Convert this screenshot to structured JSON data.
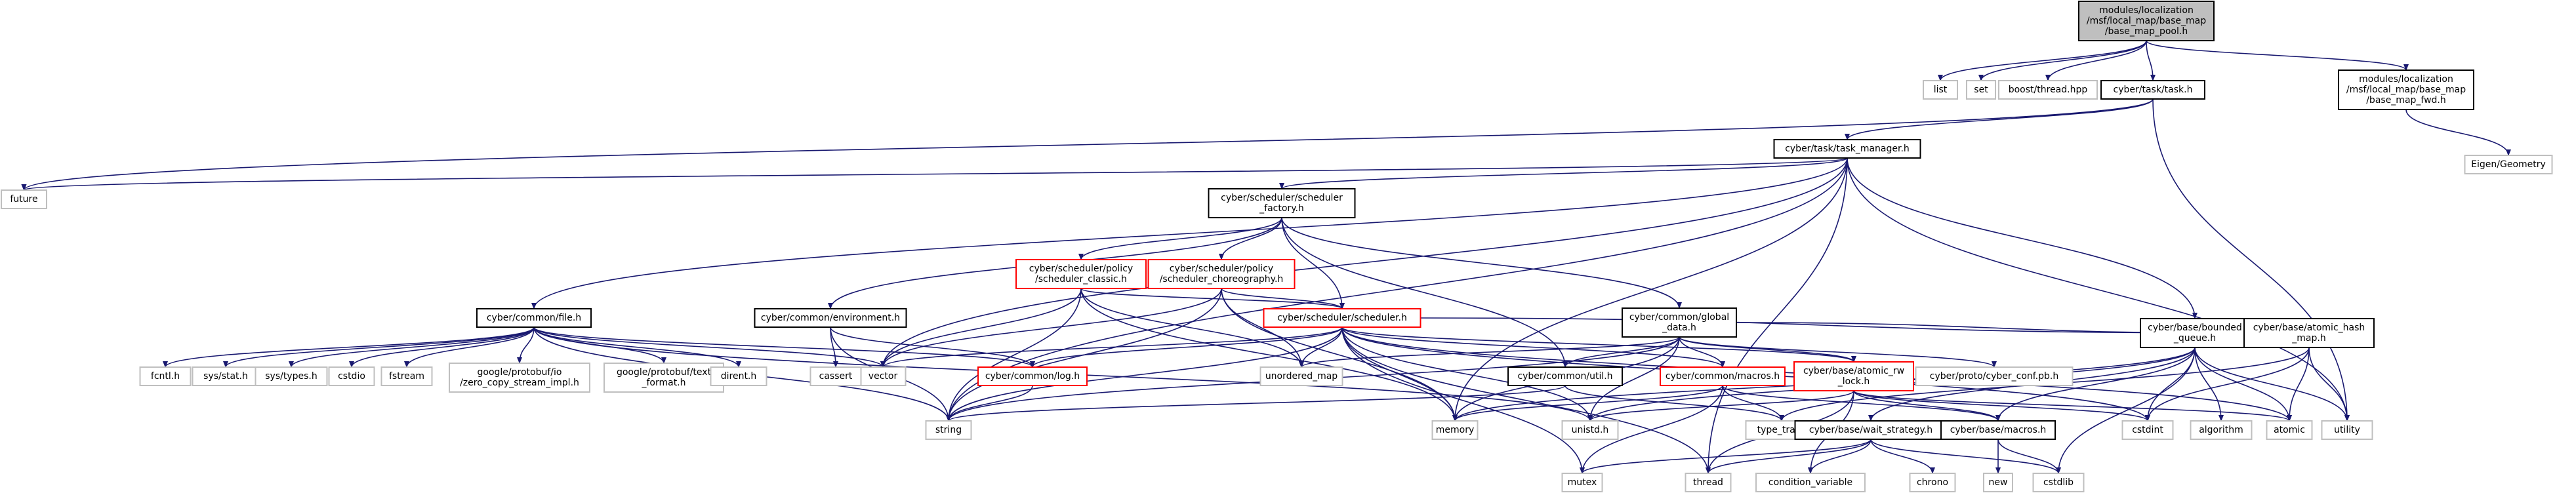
{
  "colors": {
    "edge": "#191970",
    "root_fill": "#bfbfbf",
    "doc_border": "#000000",
    "external_border": "#bfbfbf",
    "incomplete_border": "#ff0000"
  },
  "nodes": [
    {
      "id": "root",
      "lines": [
        "modules/localization",
        "/msf/local_map/base_map",
        "/base_map_pool.h"
      ],
      "kind": "root"
    },
    {
      "id": "list",
      "lines": [
        "list"
      ],
      "kind": "ext"
    },
    {
      "id": "set",
      "lines": [
        "set"
      ],
      "kind": "ext"
    },
    {
      "id": "boost_thread",
      "lines": [
        "boost/thread.hpp"
      ],
      "kind": "ext"
    },
    {
      "id": "task_h",
      "lines": [
        "cyber/task/task.h"
      ],
      "kind": "doc"
    },
    {
      "id": "base_map_fwd",
      "lines": [
        "modules/localization",
        "/msf/local_map/base_map",
        "/base_map_fwd.h"
      ],
      "kind": "doc"
    },
    {
      "id": "eigen",
      "lines": [
        "Eigen/Geometry"
      ],
      "kind": "ext"
    },
    {
      "id": "task_manager",
      "lines": [
        "cyber/task/task_manager.h"
      ],
      "kind": "doc"
    },
    {
      "id": "future",
      "lines": [
        "future"
      ],
      "kind": "ext"
    },
    {
      "id": "scheduler_factory",
      "lines": [
        "cyber/scheduler/scheduler",
        "_factory.h"
      ],
      "kind": "doc"
    },
    {
      "id": "policy_classic",
      "lines": [
        "cyber/scheduler/policy",
        "/scheduler_classic.h"
      ],
      "kind": "red"
    },
    {
      "id": "policy_choreo",
      "lines": [
        "cyber/scheduler/policy",
        "/scheduler_choreography.h"
      ],
      "kind": "red"
    },
    {
      "id": "file_h",
      "lines": [
        "cyber/common/file.h"
      ],
      "kind": "doc"
    },
    {
      "id": "environment_h",
      "lines": [
        "cyber/common/environment.h"
      ],
      "kind": "doc"
    },
    {
      "id": "scheduler_h",
      "lines": [
        "cyber/scheduler/scheduler.h"
      ],
      "kind": "red"
    },
    {
      "id": "global_data",
      "lines": [
        "cyber/common/global",
        "_data.h"
      ],
      "kind": "doc"
    },
    {
      "id": "bounded_queue",
      "lines": [
        "cyber/base/bounded",
        "_queue.h"
      ],
      "kind": "doc"
    },
    {
      "id": "atomic_hash_map",
      "lines": [
        "cyber/base/atomic_hash",
        "_map.h"
      ],
      "kind": "doc"
    },
    {
      "id": "fcntl",
      "lines": [
        "fcntl.h"
      ],
      "kind": "ext"
    },
    {
      "id": "sys_stat",
      "lines": [
        "sys/stat.h"
      ],
      "kind": "ext"
    },
    {
      "id": "sys_types",
      "lines": [
        "sys/types.h"
      ],
      "kind": "ext"
    },
    {
      "id": "cstdio",
      "lines": [
        "cstdio"
      ],
      "kind": "ext"
    },
    {
      "id": "fstream",
      "lines": [
        "fstream"
      ],
      "kind": "ext"
    },
    {
      "id": "zero_copy",
      "lines": [
        "google/protobuf/io",
        "/zero_copy_stream_impl.h"
      ],
      "kind": "ext"
    },
    {
      "id": "text_format",
      "lines": [
        "google/protobuf/text",
        "_format.h"
      ],
      "kind": "ext"
    },
    {
      "id": "dirent",
      "lines": [
        "dirent.h"
      ],
      "kind": "ext"
    },
    {
      "id": "vector",
      "lines": [
        "vector"
      ],
      "kind": "ext"
    },
    {
      "id": "log_h",
      "lines": [
        "cyber/common/log.h"
      ],
      "kind": "red"
    },
    {
      "id": "cassert",
      "lines": [
        "cassert"
      ],
      "kind": "ext"
    },
    {
      "id": "unordered_map",
      "lines": [
        "unordered_map"
      ],
      "kind": "ext"
    },
    {
      "id": "util_h",
      "lines": [
        "cyber/common/util.h"
      ],
      "kind": "doc"
    },
    {
      "id": "macros_common",
      "lines": [
        "cyber/common/macros.h"
      ],
      "kind": "red"
    },
    {
      "id": "atomic_rw_lock",
      "lines": [
        "cyber/base/atomic_rw",
        "_lock.h"
      ],
      "kind": "red"
    },
    {
      "id": "cyber_conf",
      "lines": [
        "cyber/proto/cyber_conf.pb.h"
      ],
      "kind": "ext"
    },
    {
      "id": "string",
      "lines": [
        "string"
      ],
      "kind": "ext"
    },
    {
      "id": "memory",
      "lines": [
        "memory"
      ],
      "kind": "ext"
    },
    {
      "id": "unistd",
      "lines": [
        "unistd.h"
      ],
      "kind": "ext"
    },
    {
      "id": "type_traits",
      "lines": [
        "type_traits"
      ],
      "kind": "ext"
    },
    {
      "id": "wait_strategy",
      "lines": [
        "cyber/base/wait_strategy.h"
      ],
      "kind": "doc"
    },
    {
      "id": "macros_base",
      "lines": [
        "cyber/base/macros.h"
      ],
      "kind": "doc"
    },
    {
      "id": "cstdint",
      "lines": [
        "cstdint"
      ],
      "kind": "ext"
    },
    {
      "id": "algorithm",
      "lines": [
        "algorithm"
      ],
      "kind": "ext"
    },
    {
      "id": "atomic",
      "lines": [
        "atomic"
      ],
      "kind": "ext"
    },
    {
      "id": "utility",
      "lines": [
        "utility"
      ],
      "kind": "ext"
    },
    {
      "id": "mutex",
      "lines": [
        "mutex"
      ],
      "kind": "ext"
    },
    {
      "id": "thread",
      "lines": [
        "thread"
      ],
      "kind": "ext"
    },
    {
      "id": "condition_variable",
      "lines": [
        "condition_variable"
      ],
      "kind": "ext"
    },
    {
      "id": "chrono",
      "lines": [
        "chrono"
      ],
      "kind": "ext"
    },
    {
      "id": "new",
      "lines": [
        "new"
      ],
      "kind": "ext"
    },
    {
      "id": "cstdlib",
      "lines": [
        "cstdlib"
      ],
      "kind": "ext"
    }
  ],
  "edges": [
    [
      "root",
      "list"
    ],
    [
      "root",
      "set"
    ],
    [
      "root",
      "boost_thread"
    ],
    [
      "root",
      "task_h"
    ],
    [
      "root",
      "base_map_fwd"
    ],
    [
      "base_map_fwd",
      "eigen"
    ],
    [
      "task_h",
      "task_manager"
    ],
    [
      "task_h",
      "future"
    ],
    [
      "task_h",
      "utility"
    ],
    [
      "task_manager",
      "future"
    ],
    [
      "task_manager",
      "scheduler_factory"
    ],
    [
      "task_manager",
      "file_h"
    ],
    [
      "task_manager",
      "vector"
    ],
    [
      "task_manager",
      "string"
    ],
    [
      "task_manager",
      "memory"
    ],
    [
      "task_manager",
      "bounded_queue"
    ],
    [
      "task_manager",
      "utility"
    ],
    [
      "task_manager",
      "thread"
    ],
    [
      "scheduler_factory",
      "policy_classic"
    ],
    [
      "scheduler_factory",
      "policy_choreo"
    ],
    [
      "scheduler_factory",
      "environment_h"
    ],
    [
      "scheduler_factory",
      "scheduler_h"
    ],
    [
      "scheduler_factory",
      "global_data"
    ],
    [
      "scheduler_factory",
      "util_h"
    ],
    [
      "policy_classic",
      "scheduler_h"
    ],
    [
      "policy_classic",
      "vector"
    ],
    [
      "policy_classic",
      "string"
    ],
    [
      "policy_classic",
      "memory"
    ],
    [
      "policy_classic",
      "unordered_map"
    ],
    [
      "policy_choreo",
      "scheduler_h"
    ],
    [
      "policy_choreo",
      "vector"
    ],
    [
      "policy_choreo",
      "string"
    ],
    [
      "policy_choreo",
      "memory"
    ],
    [
      "policy_choreo",
      "unordered_map"
    ],
    [
      "file_h",
      "fcntl"
    ],
    [
      "file_h",
      "sys_stat"
    ],
    [
      "file_h",
      "sys_types"
    ],
    [
      "file_h",
      "cstdio"
    ],
    [
      "file_h",
      "fstream"
    ],
    [
      "file_h",
      "zero_copy"
    ],
    [
      "file_h",
      "text_format"
    ],
    [
      "file_h",
      "dirent"
    ],
    [
      "file_h",
      "vector"
    ],
    [
      "file_h",
      "log_h"
    ],
    [
      "file_h",
      "string"
    ],
    [
      "file_h",
      "unistd"
    ],
    [
      "environment_h",
      "cassert"
    ],
    [
      "environment_h",
      "string"
    ],
    [
      "environment_h",
      "log_h"
    ],
    [
      "scheduler_h",
      "vector"
    ],
    [
      "scheduler_h",
      "log_h"
    ],
    [
      "scheduler_h",
      "unordered_map"
    ],
    [
      "scheduler_h",
      "string"
    ],
    [
      "scheduler_h",
      "memory"
    ],
    [
      "scheduler_h",
      "unistd"
    ],
    [
      "scheduler_h",
      "mutex"
    ],
    [
      "scheduler_h",
      "thread"
    ],
    [
      "scheduler_h",
      "macros_common"
    ],
    [
      "scheduler_h",
      "atomic_rw_lock"
    ],
    [
      "scheduler_h",
      "atomic_hash_map"
    ],
    [
      "scheduler_h",
      "atomic"
    ],
    [
      "scheduler_h",
      "cstdint"
    ],
    [
      "global_data",
      "unordered_map"
    ],
    [
      "global_data",
      "util_h"
    ],
    [
      "global_data",
      "macros_common"
    ],
    [
      "global_data",
      "atomic_rw_lock"
    ],
    [
      "global_data",
      "cyber_conf"
    ],
    [
      "global_data",
      "atomic_hash_map"
    ],
    [
      "global_data",
      "string"
    ],
    [
      "global_data",
      "memory"
    ],
    [
      "global_data",
      "unistd"
    ],
    [
      "log_h",
      "string"
    ],
    [
      "util_h",
      "string"
    ],
    [
      "util_h",
      "type_traits"
    ],
    [
      "macros_common",
      "type_traits"
    ],
    [
      "macros_common",
      "memory"
    ],
    [
      "macros_common",
      "mutex"
    ],
    [
      "macros_common",
      "macros_base"
    ],
    [
      "atomic_rw_lock",
      "unistd"
    ],
    [
      "atomic_rw_lock",
      "atomic"
    ],
    [
      "atomic_rw_lock",
      "condition_variable"
    ],
    [
      "atomic_rw_lock",
      "cstdint"
    ],
    [
      "atomic_rw_lock",
      "thread"
    ],
    [
      "atomic_rw_lock",
      "macros_base"
    ],
    [
      "bounded_queue",
      "unistd"
    ],
    [
      "bounded_queue",
      "algorithm"
    ],
    [
      "bounded_queue",
      "atomic"
    ],
    [
      "bounded_queue",
      "cstdint"
    ],
    [
      "bounded_queue",
      "cstdlib"
    ],
    [
      "bounded_queue",
      "memory"
    ],
    [
      "bounded_queue",
      "utility"
    ],
    [
      "bounded_queue",
      "wait_strategy"
    ],
    [
      "bounded_queue",
      "macros_base"
    ],
    [
      "atomic_hash_map",
      "cstdint"
    ],
    [
      "atomic_hash_map",
      "atomic"
    ],
    [
      "atomic_hash_map",
      "utility"
    ],
    [
      "atomic_hash_map",
      "type_traits"
    ],
    [
      "wait_strategy",
      "chrono"
    ],
    [
      "wait_strategy",
      "condition_variable"
    ],
    [
      "wait_strategy",
      "mutex"
    ],
    [
      "wait_strategy",
      "thread"
    ],
    [
      "wait_strategy",
      "cstdlib"
    ],
    [
      "macros_base",
      "new"
    ],
    [
      "macros_base",
      "cstdlib"
    ]
  ]
}
